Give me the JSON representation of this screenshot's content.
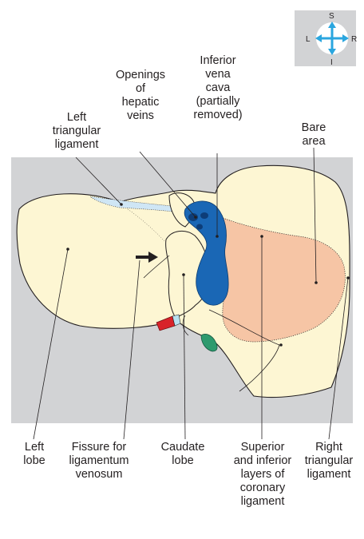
{
  "compass": {
    "top": "S",
    "left": "L",
    "right": "R",
    "bottom": "I"
  },
  "labels": {
    "left_triangular_ligament": [
      "Left",
      "triangular",
      "ligament"
    ],
    "openings_hepatic_veins": [
      "Openings",
      "of",
      "hepatic",
      "veins"
    ],
    "inferior_vena_cava": [
      "Inferior",
      "vena",
      "cava",
      "(partially",
      "removed)"
    ],
    "bare_area": [
      "Bare",
      "area"
    ],
    "left_lobe": [
      "Left",
      "lobe"
    ],
    "fissure_ligamentum_venosum": [
      "Fissure for",
      "ligamentum",
      "venosum"
    ],
    "caudate_lobe": [
      "Caudate",
      "lobe"
    ],
    "coronary_ligament_layers": [
      "Superior",
      "and inferior",
      "layers of",
      "coronary",
      "ligament"
    ],
    "right_triangular_ligament": [
      "Right",
      "triangular",
      "ligament"
    ]
  },
  "colors": {
    "background_panel": "#d2d3d5",
    "liver": "#fdf6d3",
    "bare_area": "#f6c5a5",
    "vena_cava": "#1a67b5",
    "triangular_ligament": "#cfe6f5",
    "artery": "#d8232a",
    "bile_duct": "#2e9a6e",
    "compass_arrows": "#2aa6df",
    "compass_bg": "#d2d3d5"
  }
}
